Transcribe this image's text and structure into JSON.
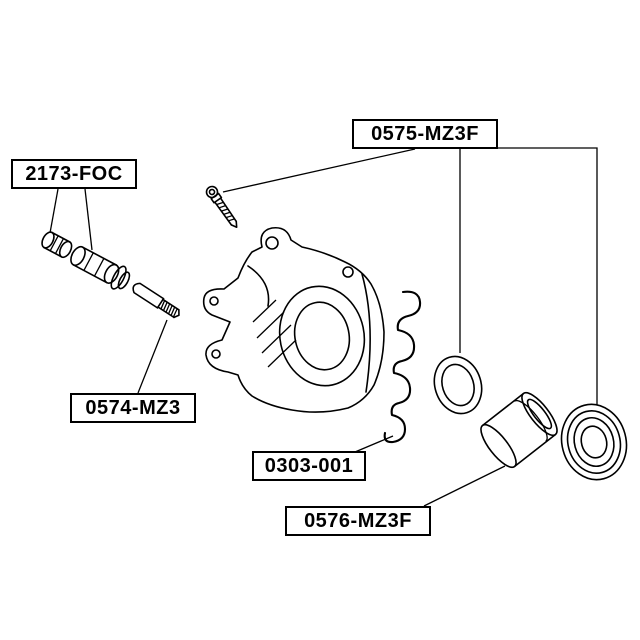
{
  "colors": {
    "bg": "#ffffff",
    "stroke": "#000000"
  },
  "labels": [
    {
      "part_number": "0575-MZ3F",
      "points_to": [
        "bleeder-screw",
        "piston-seal-ring",
        "dust-boot"
      ]
    },
    {
      "part_number": "2173-FOC",
      "points_to": [
        "guide-pin-bushing-small",
        "guide-pin-bushing-large"
      ]
    },
    {
      "part_number": "0574-MZ3",
      "points_to": [
        "slide-pin"
      ]
    },
    {
      "part_number": "0303-001",
      "points_to": [
        "pad-retainer-spring-clip"
      ]
    },
    {
      "part_number": "0576-MZ3F",
      "points_to": [
        "piston"
      ]
    }
  ],
  "drawing_parts": [
    "bleeder-screw",
    "guide-pin-bushing-small",
    "guide-pin-bushing-large",
    "slide-pin",
    "caliper-body",
    "pad-retainer-spring-clip",
    "piston-seal-ring",
    "piston",
    "dust-boot"
  ]
}
